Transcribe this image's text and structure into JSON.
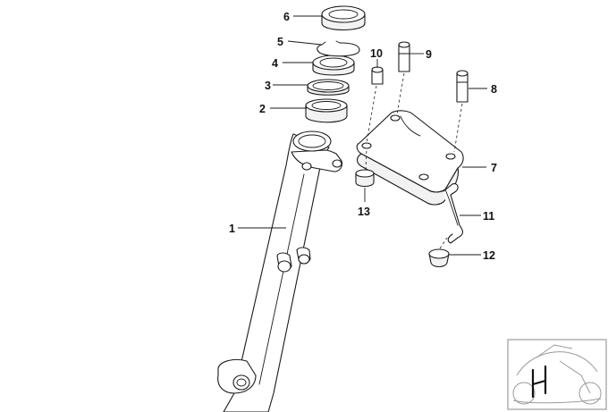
{
  "callouts": {
    "c1": "1",
    "c2": "2",
    "c3": "3",
    "c4": "4",
    "c5": "5",
    "c6": "6",
    "c7": "7",
    "c8": "8",
    "c9": "9",
    "c10": "10",
    "c11": "11",
    "c12": "12",
    "c13": "13"
  },
  "thumbnail": {
    "icon": "motorcycle-location-icon"
  }
}
